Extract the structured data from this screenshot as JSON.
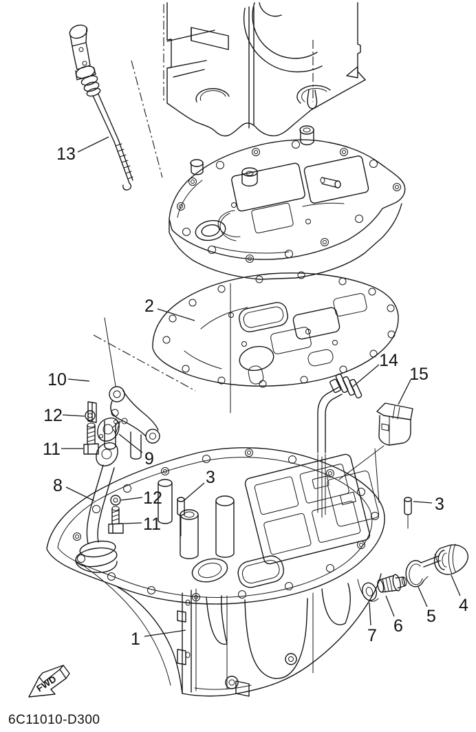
{
  "diagram": {
    "callouts": [
      {
        "id": "13",
        "label": "13"
      },
      {
        "id": "2",
        "label": "2"
      },
      {
        "id": "10",
        "label": "10"
      },
      {
        "id": "12a",
        "label": "12"
      },
      {
        "id": "11a",
        "label": "11"
      },
      {
        "id": "9",
        "label": "9"
      },
      {
        "id": "8",
        "label": "8"
      },
      {
        "id": "12b",
        "label": "12"
      },
      {
        "id": "11b",
        "label": "11"
      },
      {
        "id": "3a",
        "label": "3"
      },
      {
        "id": "14",
        "label": "14"
      },
      {
        "id": "15",
        "label": "15"
      },
      {
        "id": "3b",
        "label": "3"
      },
      {
        "id": "4",
        "label": "4"
      },
      {
        "id": "5",
        "label": "5"
      },
      {
        "id": "6",
        "label": "6"
      },
      {
        "id": "7",
        "label": "7"
      },
      {
        "id": "1",
        "label": "1"
      }
    ],
    "orientation": {
      "fwd_label": "FWD"
    },
    "footer": {
      "part_code": "6C11010-D300"
    },
    "line_color": "#151515",
    "background_color": "#ffffff"
  }
}
